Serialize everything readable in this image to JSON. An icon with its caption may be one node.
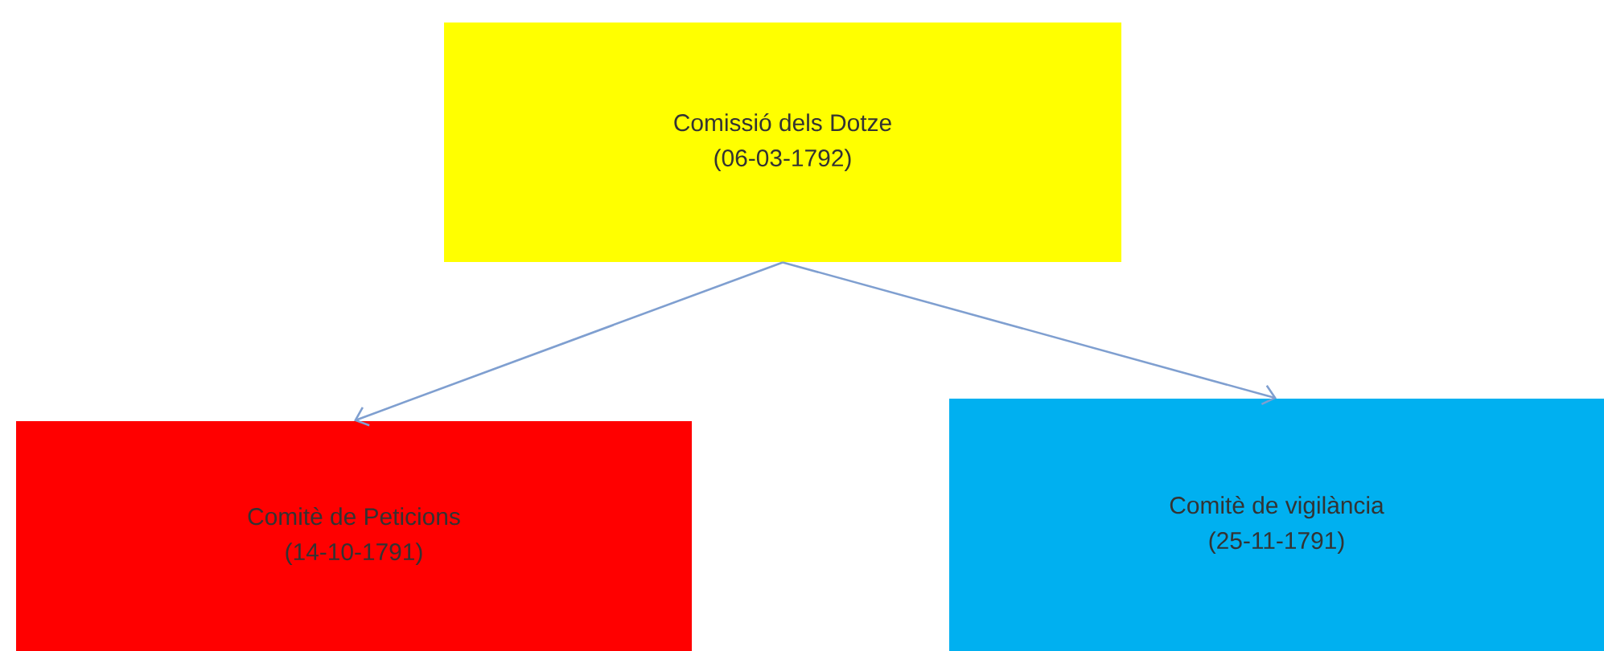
{
  "diagram": {
    "nodes": [
      {
        "text": [
          "Comissió dels Dotze",
          "(06-03-1792)"
        ]
      },
      {
        "text": [
          "Comitè de Peticions",
          "(14-10-1791)"
        ]
      },
      {
        "text": [
          "Comitè de vigilància",
          "(25-11-1791)"
        ]
      }
    ],
    "edges": [
      {
        "from": 0,
        "to": 1,
        "arrow": "to"
      },
      {
        "from": 0,
        "to": 2,
        "arrow": "to"
      }
    ]
  }
}
